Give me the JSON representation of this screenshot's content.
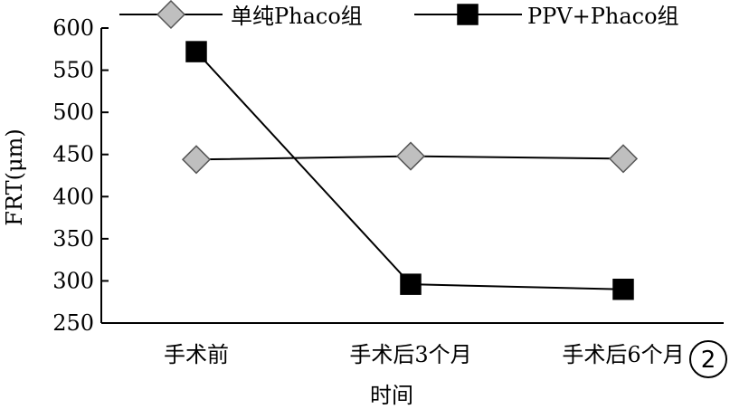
{
  "chart_data": {
    "type": "line",
    "categories": [
      "手术前",
      "手术后3个月",
      "手术后6个月"
    ],
    "series": [
      {
        "name": "单纯Phaco组",
        "values": [
          444,
          448,
          445
        ],
        "marker": "diamond",
        "line_color": "#000000",
        "marker_fill": "#bfbfbf"
      },
      {
        "name": "PPV+Phaco组",
        "values": [
          572,
          296,
          290
        ],
        "marker": "square",
        "line_color": "#000000",
        "marker_fill": "#000000"
      }
    ],
    "xlabel": "时间",
    "ylabel": "FRT(μm)",
    "ylim": [
      250,
      600
    ],
    "yticks": [
      250,
      300,
      350,
      400,
      450,
      500,
      550,
      600
    ],
    "grid": false,
    "legend_position": "top",
    "panel_label": "2"
  }
}
